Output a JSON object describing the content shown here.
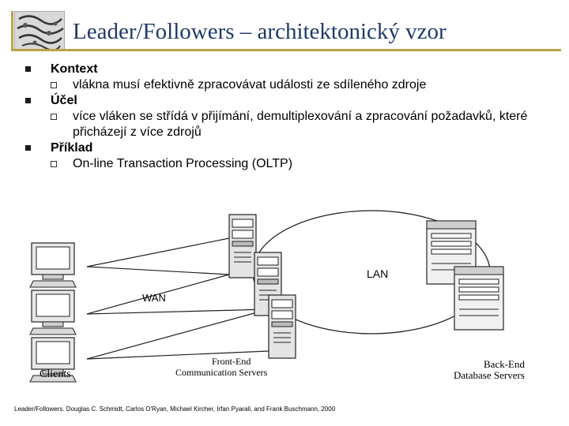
{
  "title": "Leader/Followers – architektonický vzor",
  "bullets": [
    {
      "heading": "Kontext",
      "sub": [
        "vlákna musí efektivně zpracovávat události ze sdíleného zdroje"
      ]
    },
    {
      "heading": "Účel",
      "sub": [
        "více vláken se střídá v přijímání, demultiplexování a zpracování požadavků, které přicházejí z více zdrojů"
      ]
    },
    {
      "heading": "Příklad",
      "sub": [
        "On-line Transaction Processing (OLTP)"
      ]
    }
  ],
  "diagram": {
    "wan_label": "WAN",
    "lan_label": "LAN",
    "clients_label": "Clients",
    "frontend_label_1": "Front-End",
    "frontend_label_2": "Communication Servers",
    "backend_label_1": "Back-End",
    "backend_label_2": "Database Servers"
  },
  "credit": "Leader/Followers. Douglas C. Schmidt, Carlos O'Ryan, Michael Kircher, Irfan Pyarali, and Frank Buschmann, 2000"
}
